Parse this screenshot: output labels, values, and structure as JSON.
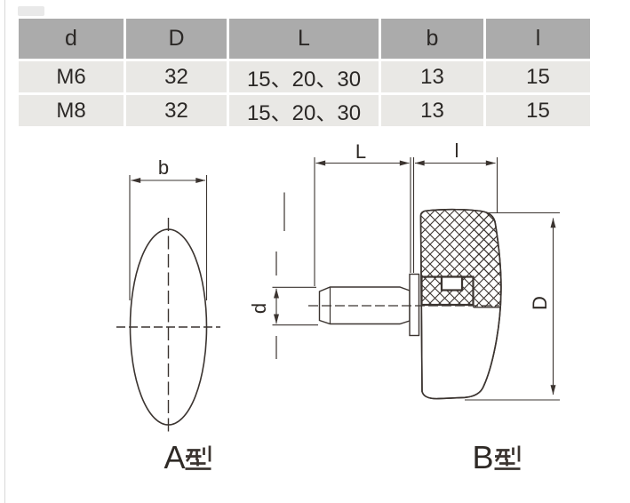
{
  "table": {
    "headers": [
      "d",
      "D",
      "L",
      "b",
      "l"
    ],
    "rows": [
      [
        "M6",
        "32",
        "15、20、30",
        "13",
        "15"
      ],
      [
        "M8",
        "32",
        "15、20、30",
        "13",
        "15"
      ]
    ],
    "header_bg": "#ababab",
    "row_bg": "#e9e8e5",
    "text_color": "#2b2826"
  },
  "drawings": {
    "line_color": "#3b3430",
    "view_a": {
      "label": "A型",
      "label_letter": "A",
      "dim_width": "b"
    },
    "view_b": {
      "label": "B型",
      "label_letter": "B",
      "dim_shaft_length": "L",
      "dim_head_depth": "l",
      "dim_shaft_diameter": "d",
      "dim_head_diameter": "D"
    }
  }
}
